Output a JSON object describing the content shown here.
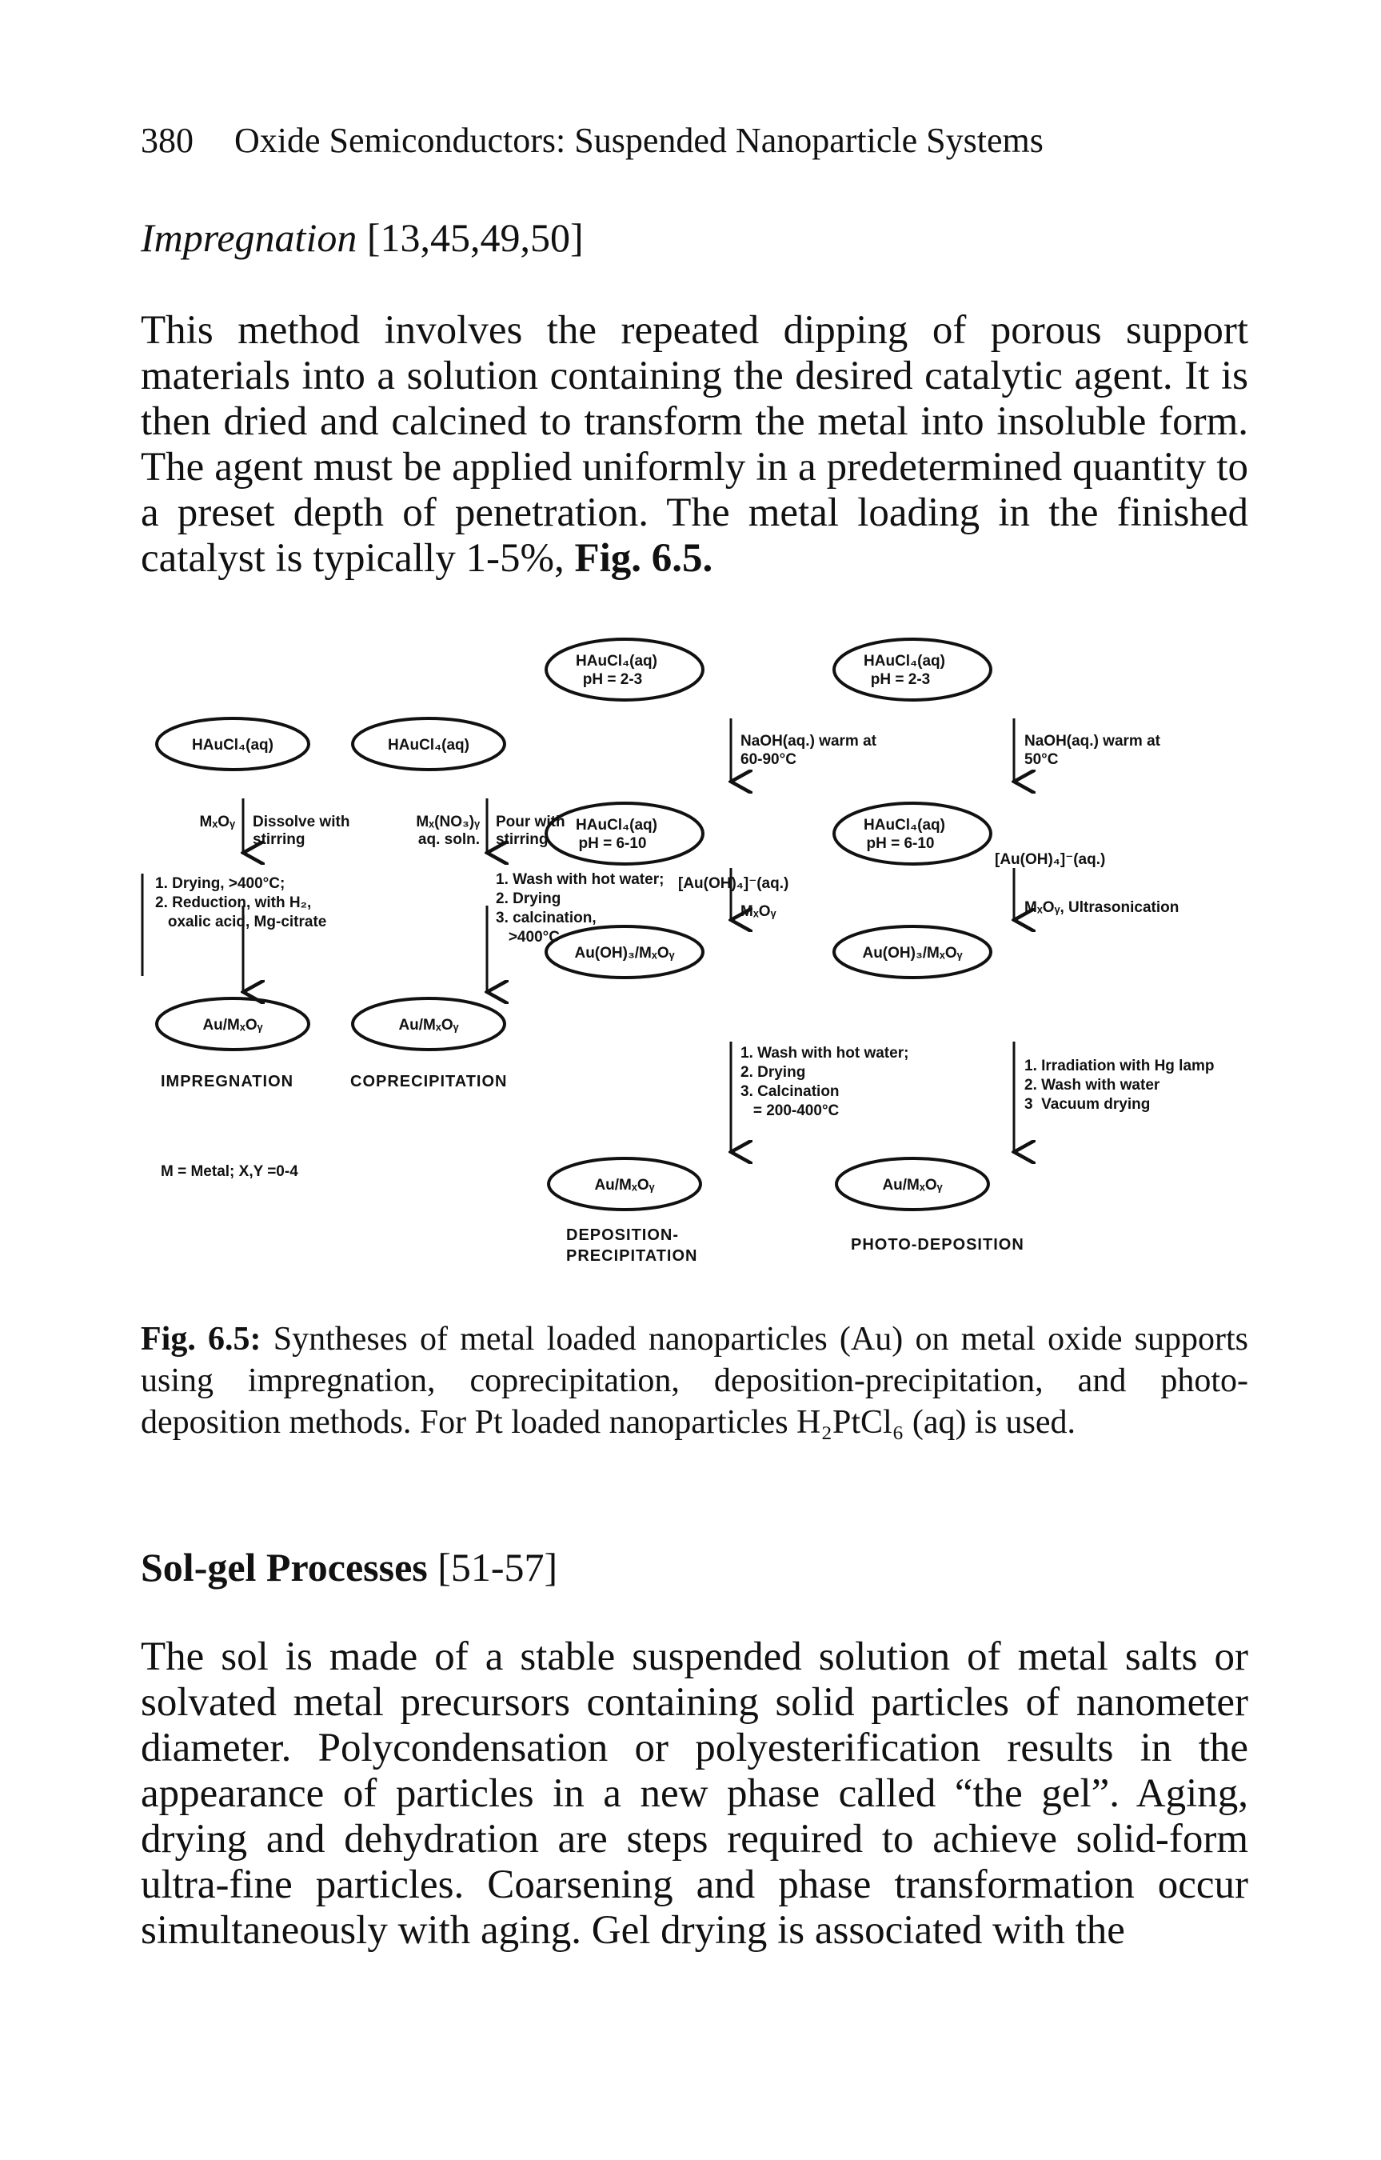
{
  "header": {
    "page_number": "380",
    "running_title": "Oxide Semiconductors: Suspended Nanoparticle Systems"
  },
  "section1": {
    "title": "Impregnation",
    "refs": "[13,45,49,50]",
    "paragraph_main": "This method involves the repeated dipping of porous support materials into a solution containing the desired catalytic agent. It is then dried and calcined to transform the metal into insoluble form. The agent must be applied uniformly in a predetermined quantity to a preset depth of penetration. The metal loading in the finished catalyst is typically 1-5%,",
    "paragraph_ref": "Fig. 6.5."
  },
  "figure": {
    "impregnation": {
      "start": "HAuCl₄(aq)",
      "side": "MₓOᵧ",
      "step1": "Dissolve with",
      "step1b": "stirring",
      "steps2": [
        "1. Drying, >400°C;",
        "2. Reduction, with H₂,",
        "   oxalic acid, Mg-citrate"
      ],
      "product": "Au/MₓOᵧ",
      "label": "IMPREGNATION",
      "note": "M = Metal; X,Y =0-4"
    },
    "coprecipitation": {
      "start": "HAuCl₄(aq)",
      "side1": "Mₓ(NO₃)ᵧ",
      "side2": "aq. soln.",
      "step1": "Pour with",
      "step1b": "stirring",
      "steps2": [
        "1. Wash with hot water;",
        "2. Drying",
        "3. calcination,",
        "   >400°C"
      ],
      "product": "Au/MₓOᵧ",
      "label": "COPRECIPITATION"
    },
    "deposition": {
      "start1": "HAuCl₄(aq)",
      "start2": "pH = 2-3",
      "step1": "NaOH(aq.) warm at",
      "step1b": "60-90°C",
      "mid1": "HAuCl₄(aq)",
      "mid2": "pH = 6-10",
      "ion": "[Au(OH)₄]⁻(aq.)",
      "side": "MₓOᵧ",
      "inter": "Au(OH)₃/MₓOᵧ",
      "steps3": [
        "1. Wash with hot water;",
        "2. Drying",
        "3. Calcination",
        "   = 200-400°C"
      ],
      "product": "Au/MₓOᵧ",
      "label1": "DEPOSITION-",
      "label2": "PRECIPITATION"
    },
    "photodeposition": {
      "start1": "HAuCl₄(aq)",
      "start2": "pH = 2-3",
      "step1": "NaOH(aq.) warm at",
      "step1b": "50°C",
      "mid1": "HAuCl₄(aq)",
      "mid2": "pH = 6-10",
      "ion": "[Au(OH)₄]⁻(aq.)",
      "side": "MₓOᵧ, Ultrasonication",
      "inter": "Au(OH)₃/MₓOᵧ",
      "steps3": [
        "1. Irradiation with Hg lamp",
        "2. Wash with water",
        "3  Vacuum drying"
      ],
      "product": "Au/MₓOᵧ",
      "label": "PHOTO-DEPOSITION"
    }
  },
  "caption": {
    "label": "Fig. 6.5:",
    "text": "Syntheses of metal loaded nanoparticles (Au) on metal oxide supports using impregnation, coprecipitation, deposition-precipitation, and photo-deposition methods. For Pt loaded nanoparticles H₂PtCl₆ (aq) is used."
  },
  "section2": {
    "title": "Sol-gel Processes",
    "refs": "[51-57]",
    "paragraph": "The sol is made of a stable suspended solution of metal salts or solvated metal precursors containing solid particles of nanometer diameter. Polycondensation or polyesterification results in the appearance of particles in a new phase called “the gel”. Aging, drying and dehydration are steps required to achieve solid-form ultra-fine particles. Coarsening and phase transformation occur simultaneously with aging. Gel drying is associated with the"
  }
}
